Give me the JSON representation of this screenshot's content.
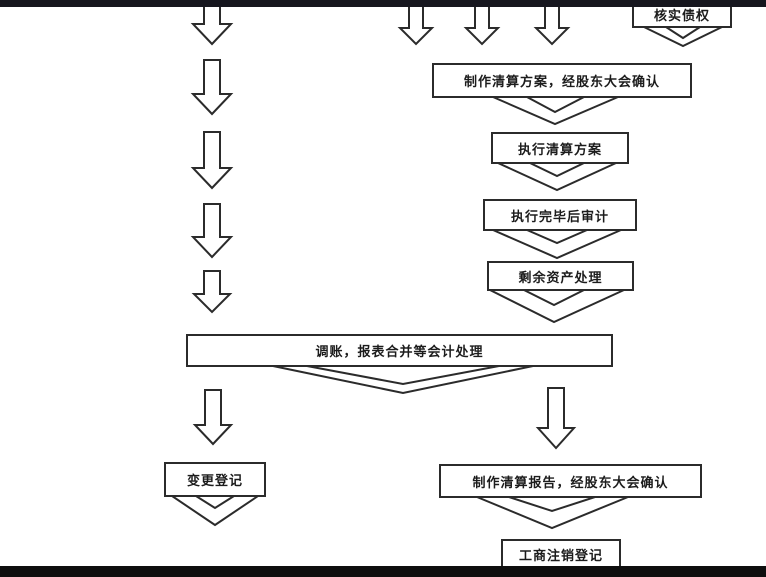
{
  "colors": {
    "line": "#2b2b2b",
    "background": "#ffffff",
    "top_bar": "#16161e",
    "bottom_bar": "#0e0e0e"
  },
  "flowchart": {
    "description": "liquidation-and-deregistration-process-flowchart",
    "nodes": [
      {
        "id": "verify-claims",
        "label": "核实债权"
      },
      {
        "id": "make-liquidation-plan",
        "label": "制作清算方案，经股东大会确认"
      },
      {
        "id": "execute-liquidation-plan",
        "label": "执行清算方案"
      },
      {
        "id": "post-execution-audit",
        "label": "执行完毕后审计"
      },
      {
        "id": "residual-asset-disposal",
        "label": "剩余资产处理"
      },
      {
        "id": "accounting-treatment",
        "label": "调账，报表合并等会计处理"
      },
      {
        "id": "change-registration",
        "label": "变更登记"
      },
      {
        "id": "liquidation-report",
        "label": "制作清算报告，经股东大会确认"
      },
      {
        "id": "business-deregistration",
        "label": "工商注销登记"
      }
    ]
  }
}
